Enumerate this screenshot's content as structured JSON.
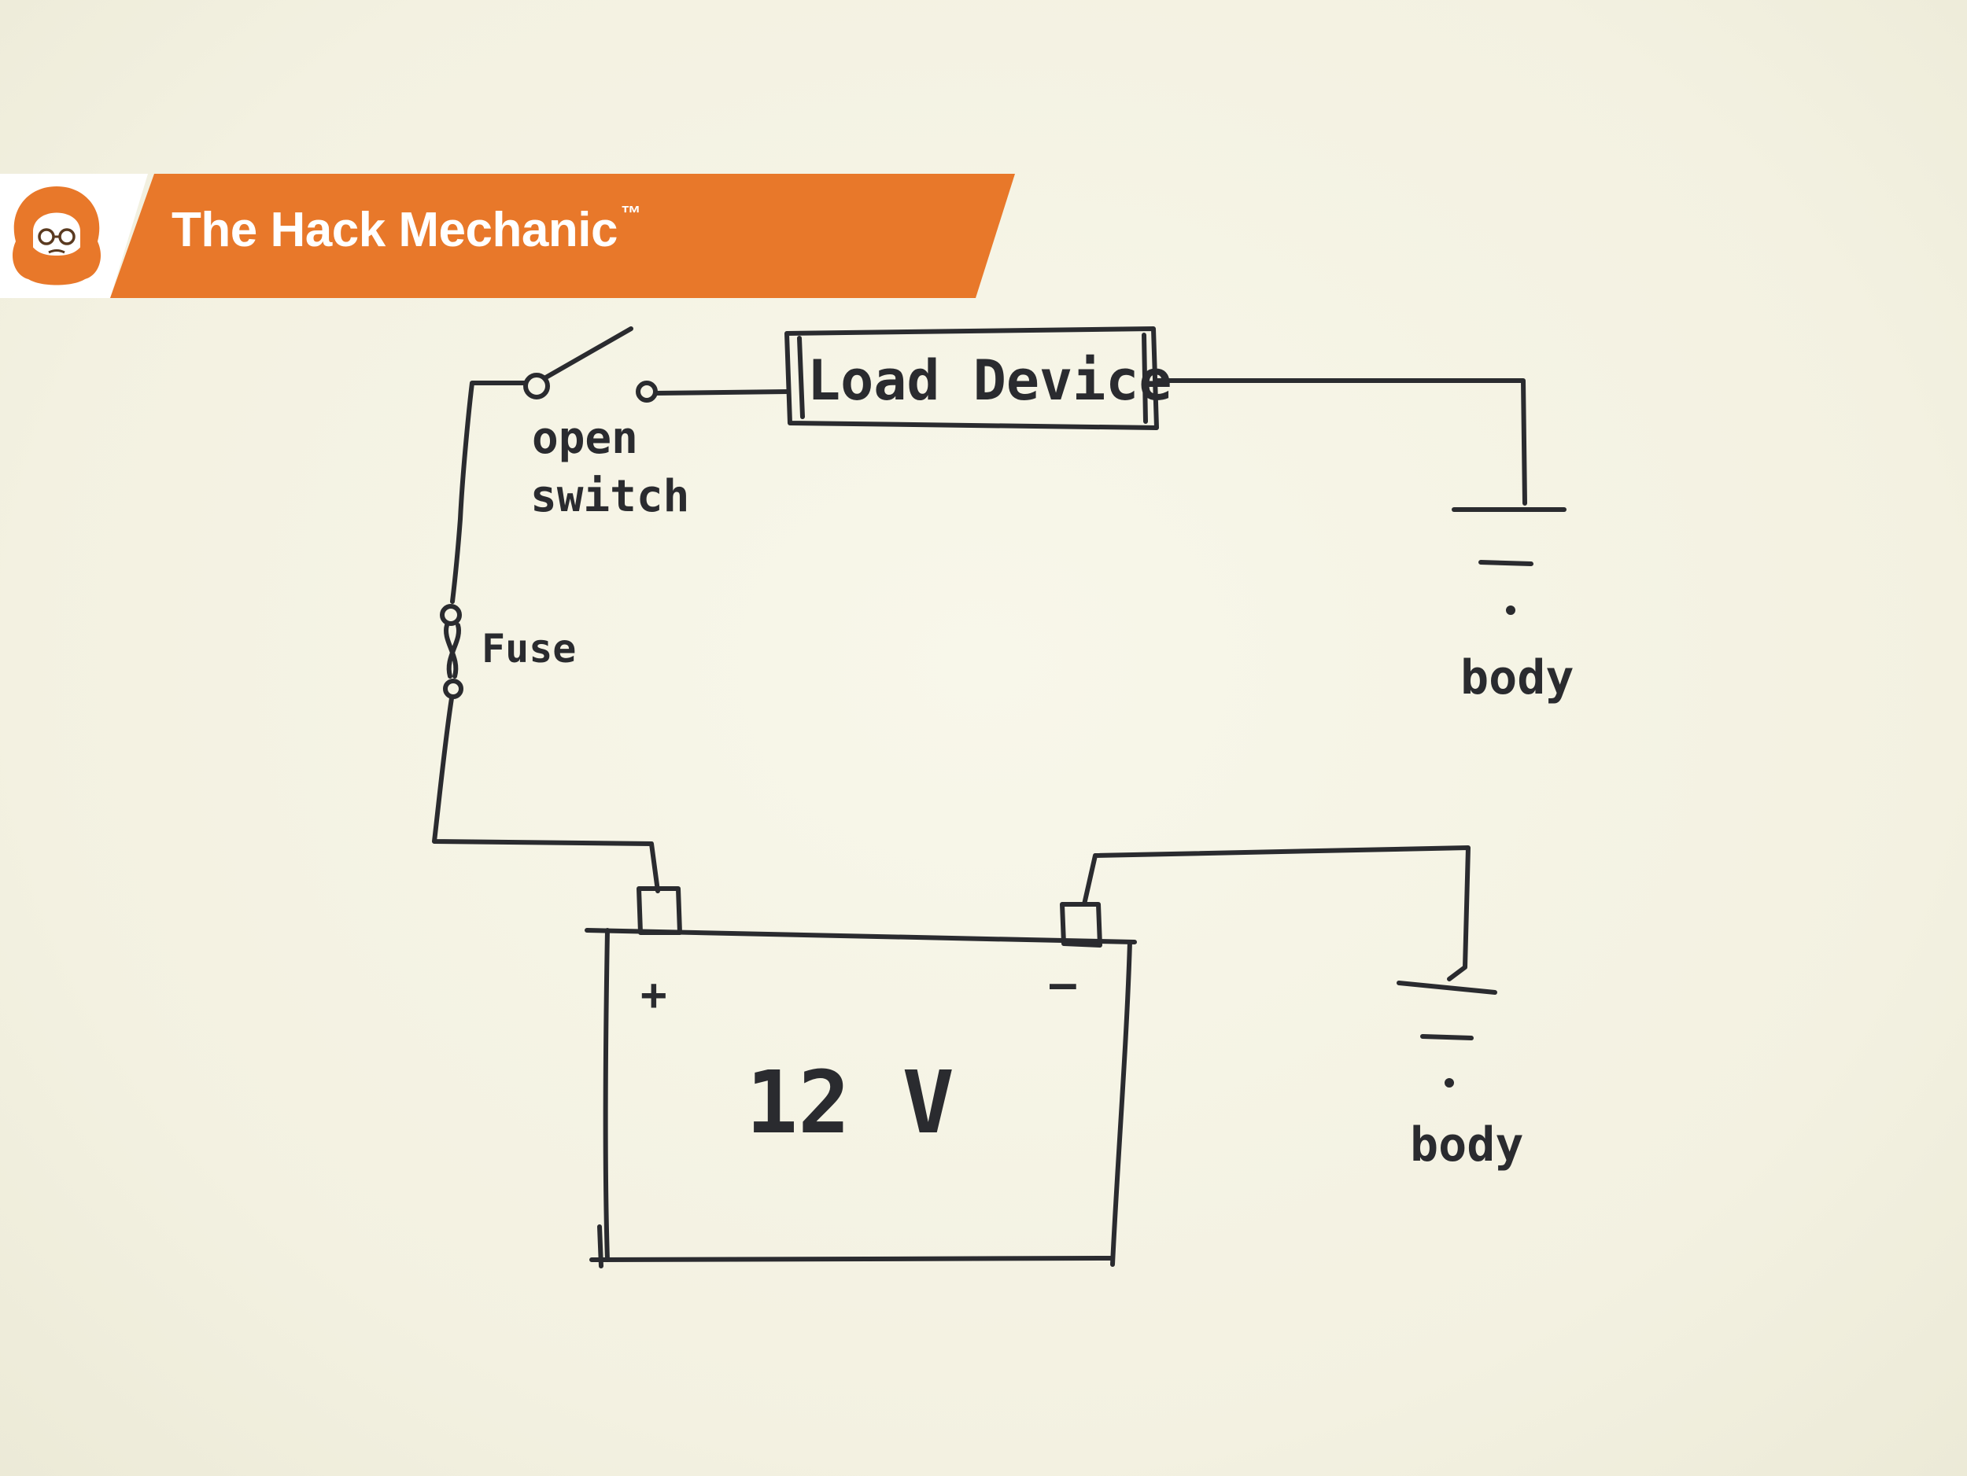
{
  "banner": {
    "title": "The Hack Mechanic",
    "trademark": "™",
    "mascot_icon": "bearded-man-with-glasses-icon",
    "accent_color": "#e8782a"
  },
  "diagram": {
    "switch_label_line1": "open",
    "switch_label_line2": "switch",
    "fuse_label": "Fuse",
    "load_label": "Load Device",
    "ground_label_top": "body",
    "ground_label_bottom": "body",
    "battery_label": "12 V",
    "positive_terminal": "+",
    "negative_terminal": "—"
  }
}
